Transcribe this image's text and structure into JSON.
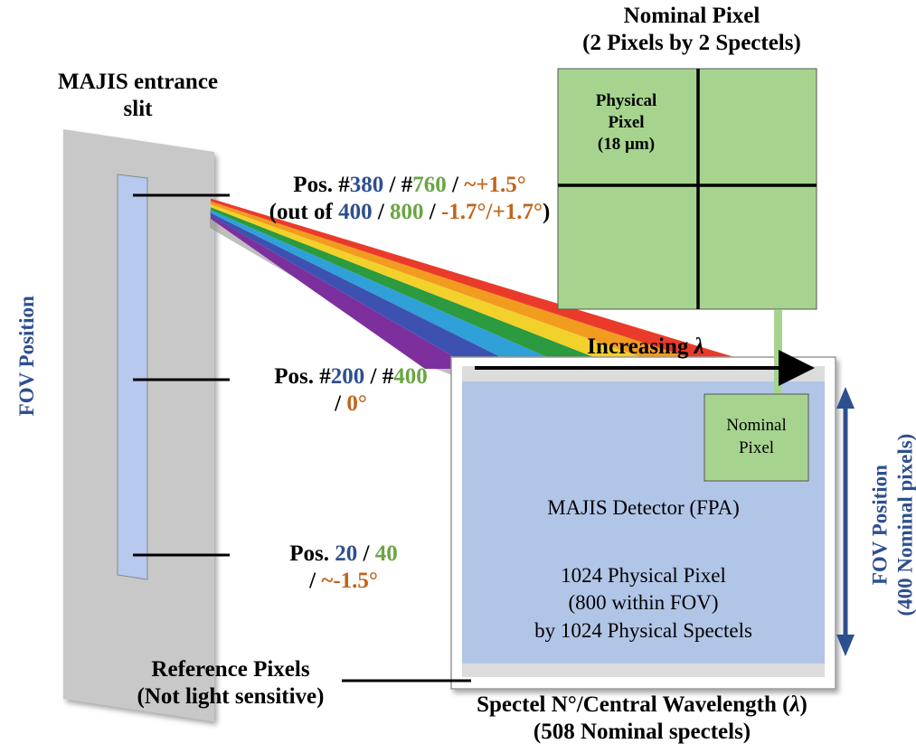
{
  "slit": {
    "title_line1": "MAJIS entrance",
    "title_line2": "slit"
  },
  "fov_left_label": "FOV Position",
  "positions": {
    "top": {
      "pos_prefix": "Pos. #",
      "blue": "380",
      "sep1": " / #",
      "green": "760",
      "sep2": " / ",
      "orange": "~+1.5°",
      "line2_prefix": "(out of ",
      "line2_blue": "400",
      "line2_sep1": " / ",
      "line2_green": "800",
      "line2_sep2": " / ",
      "line2_orange": "-1.7°/+1.7°",
      "line2_suffix": ")"
    },
    "middle": {
      "pos_prefix": "Pos. #",
      "blue": "200",
      "sep1": " / #",
      "green": "400",
      "line2_prefix": "/ ",
      "orange": "0°"
    },
    "bottom": {
      "pos_prefix": "Pos. ",
      "blue": "20",
      "sep1": " / ",
      "green": "40",
      "line2_prefix": "/ ",
      "orange": "~-1.5°"
    }
  },
  "nominal_pixel_title": {
    "line1": "Nominal Pixel",
    "line2": "(2 Pixels by 2 Spectels)"
  },
  "physical_pixel": {
    "line1": "Physical",
    "line2": "Pixel",
    "line3": "(18 µm)"
  },
  "increasing_label": "Increasing ",
  "lambda": "λ",
  "small_nominal_pixel": {
    "line1": "Nominal",
    "line2": "Pixel"
  },
  "detector": {
    "title": "MAJIS Detector (FPA)",
    "line1": "1024 Physical Pixel",
    "line2": "(800 within FOV)",
    "line3": "by 1024 Physical Spectels"
  },
  "fov_right": {
    "line1": "FOV Position",
    "line2": "(400 Nominal pixels)"
  },
  "reference": {
    "line1": "Reference Pixels",
    "line2": "(Not light sensitive)"
  },
  "spectel": {
    "line1_prefix": "Spectel N°/Central Wavelength (",
    "line1_lambda": "λ",
    "line1_suffix": ")",
    "line2": "(508 Nominal spectels)"
  },
  "colors": {
    "slit_panel": "#c8c8c8",
    "slit_window": "#b7c9ee",
    "green_box": "#a6d48f",
    "detector": "#b1c5e7",
    "fov_arrow": "#2e4f8f",
    "text_blue": "#2e4f8f",
    "text_green": "#6aa544",
    "text_orange": "#c0651c"
  }
}
